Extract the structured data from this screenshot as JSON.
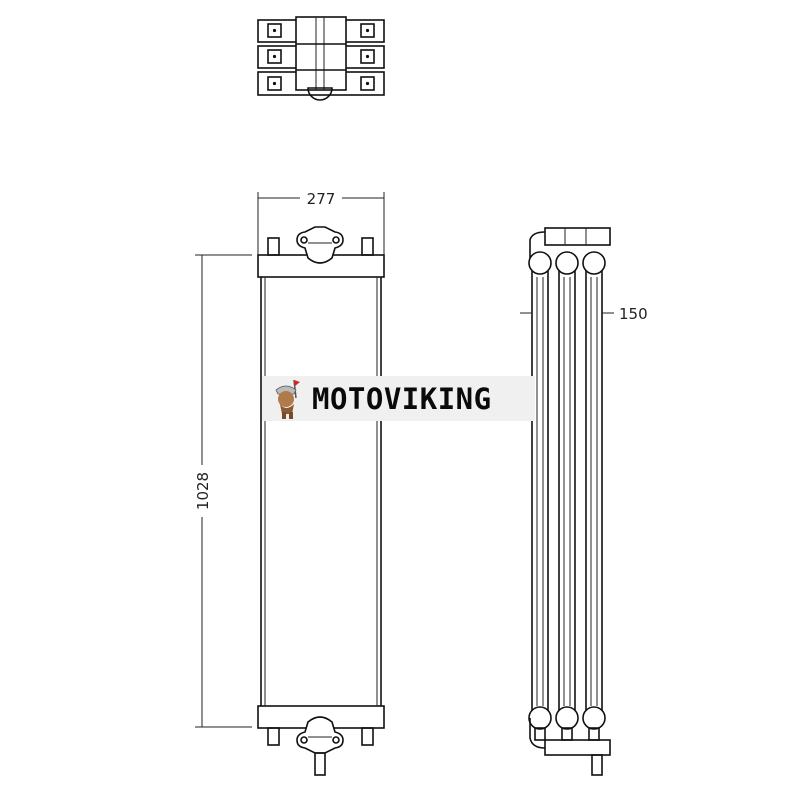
{
  "dimensions": {
    "width": "277",
    "height": "1028",
    "depth": "150"
  },
  "logo": {
    "text": "MOTOVIKING",
    "icon": "viking-mascot-icon"
  },
  "colors": {
    "line": "#111111",
    "logo_bg": "#f0f0f0"
  }
}
